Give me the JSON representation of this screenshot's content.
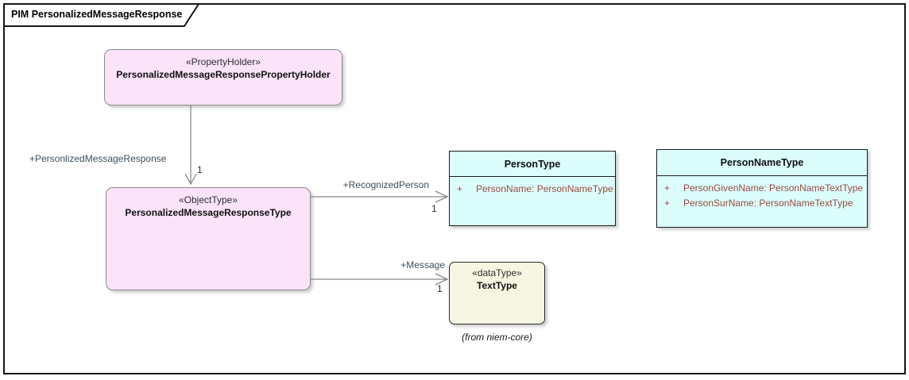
{
  "frame": {
    "title": "PIM PersonalizedMessageResponse"
  },
  "colors": {
    "pink": "#fbe3fa",
    "cyan": "#dbfdfc",
    "cream": "#f7f6e3",
    "attr": "#9b4a3f",
    "edgelabel": "#3d4e59",
    "line": "#888888"
  },
  "classes": {
    "property_holder": {
      "stereotype": "«PropertyHolder»",
      "name": "PersonalizedMessageResponsePropertyHolder"
    },
    "response_type": {
      "stereotype": "«ObjectType»",
      "name": "PersonalizedMessageResponseType"
    },
    "person_type": {
      "name": "PersonType",
      "attributes": [
        {
          "visibility": "+",
          "text": "PersonName: PersonNameType"
        }
      ]
    },
    "person_name_type": {
      "name": "PersonNameType",
      "attributes": [
        {
          "visibility": "+",
          "text": "PersonGivenName: PersonNameTextType"
        },
        {
          "visibility": "+",
          "text": "PersonSurName: PersonNameTextType"
        }
      ]
    },
    "text_type": {
      "stereotype": "«dataType»",
      "name": "TextType",
      "origin_note": "(from niem-core)"
    }
  },
  "edges": {
    "personlized_message_response": {
      "label": "+PersonlizedMessageResponse",
      "multiplicity": "1"
    },
    "recognized_person": {
      "label": "+RecognizedPerson",
      "multiplicity": "1"
    },
    "message": {
      "label": "+Message",
      "multiplicity": "1"
    }
  }
}
